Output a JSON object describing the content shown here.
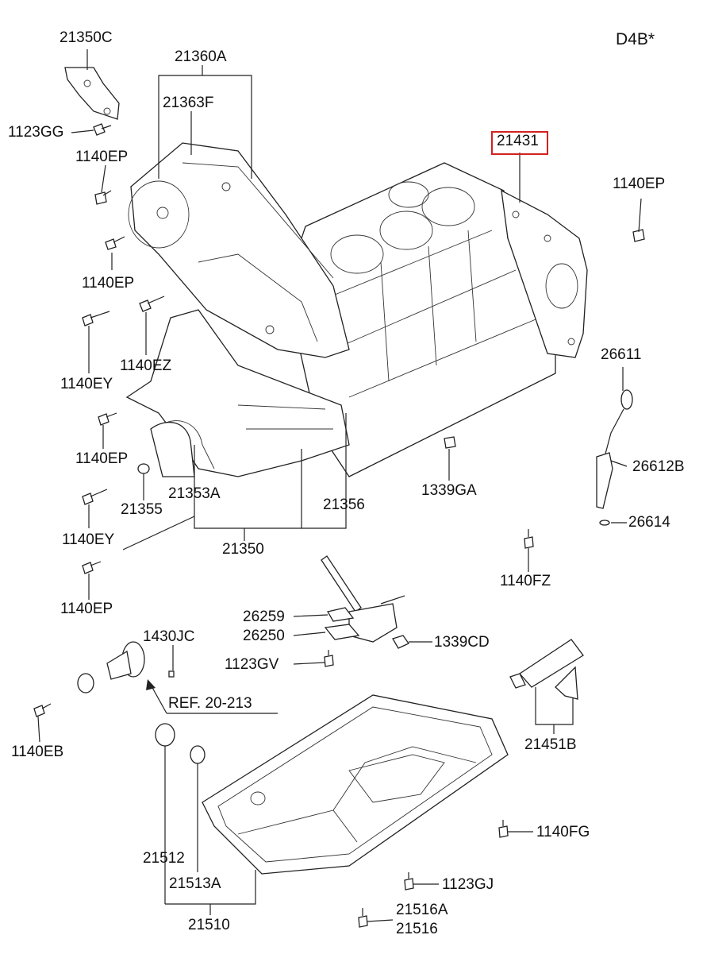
{
  "engine_code": "D4B*",
  "highlight_part": "21431",
  "callouts": [
    {
      "id": "21350C"
    },
    {
      "id": "21360A"
    },
    {
      "id": "21363F"
    },
    {
      "id": "1123GG"
    },
    {
      "id": "1140EP_a"
    },
    {
      "id": "1140EP_b"
    },
    {
      "id": "1140EZ"
    },
    {
      "id": "1140EY_a"
    },
    {
      "id": "1140EP_c"
    },
    {
      "id": "21355"
    },
    {
      "id": "21353A"
    },
    {
      "id": "21356"
    },
    {
      "id": "1140EY_b"
    },
    {
      "id": "21350"
    },
    {
      "id": "1140EP_d"
    },
    {
      "id": "21431"
    },
    {
      "id": "1140EP_e"
    },
    {
      "id": "26611"
    },
    {
      "id": "26612B"
    },
    {
      "id": "26614"
    },
    {
      "id": "1339GA"
    },
    {
      "id": "1140FZ"
    },
    {
      "id": "26259"
    },
    {
      "id": "26250"
    },
    {
      "id": "1339CD"
    },
    {
      "id": "1123GV"
    },
    {
      "id": "1430JC"
    },
    {
      "id": "REF"
    },
    {
      "id": "1140EB"
    },
    {
      "id": "21451B"
    },
    {
      "id": "21512"
    },
    {
      "id": "21513A"
    },
    {
      "id": "21510"
    },
    {
      "id": "1140FG"
    },
    {
      "id": "1123GJ"
    },
    {
      "id": "21516A"
    },
    {
      "id": "21516"
    }
  ],
  "labels": {
    "c21350C": "21350C",
    "c21360A": "21360A",
    "c21363F": "21363F",
    "c1123GG": "1123GG",
    "c1140EP_a": "1140EP",
    "c1140EP_b": "1140EP",
    "c1140EZ": "1140EZ",
    "c1140EY_a": "1140EY",
    "c1140EP_c": "1140EP",
    "c21355": "21355",
    "c21353A": "21353A",
    "c21356": "21356",
    "c1140EY_b": "1140EY",
    "c21350": "21350",
    "c1140EP_d": "1140EP",
    "c21431": "21431",
    "c1140EP_e": "1140EP",
    "c26611": "26611",
    "c26612B": "26612B",
    "c26614": "26614",
    "c1339GA": "1339GA",
    "c1140FZ": "1140FZ",
    "c26259": "26259",
    "c26250": "26250",
    "c1339CD": "1339CD",
    "c1123GV": "1123GV",
    "c1430JC": "1430JC",
    "cREF": "REF. 20-213",
    "c1140EB": "1140EB",
    "c21451B": "21451B",
    "c21512": "21512",
    "c21513A": "21513A",
    "c21510": "21510",
    "c1140FG": "1140FG",
    "c1123GJ": "1123GJ",
    "c21516A": "21516A",
    "c21516": "21516"
  },
  "colors": {
    "highlight_border": "#d42020",
    "line": "#222222",
    "background": "#ffffff"
  }
}
